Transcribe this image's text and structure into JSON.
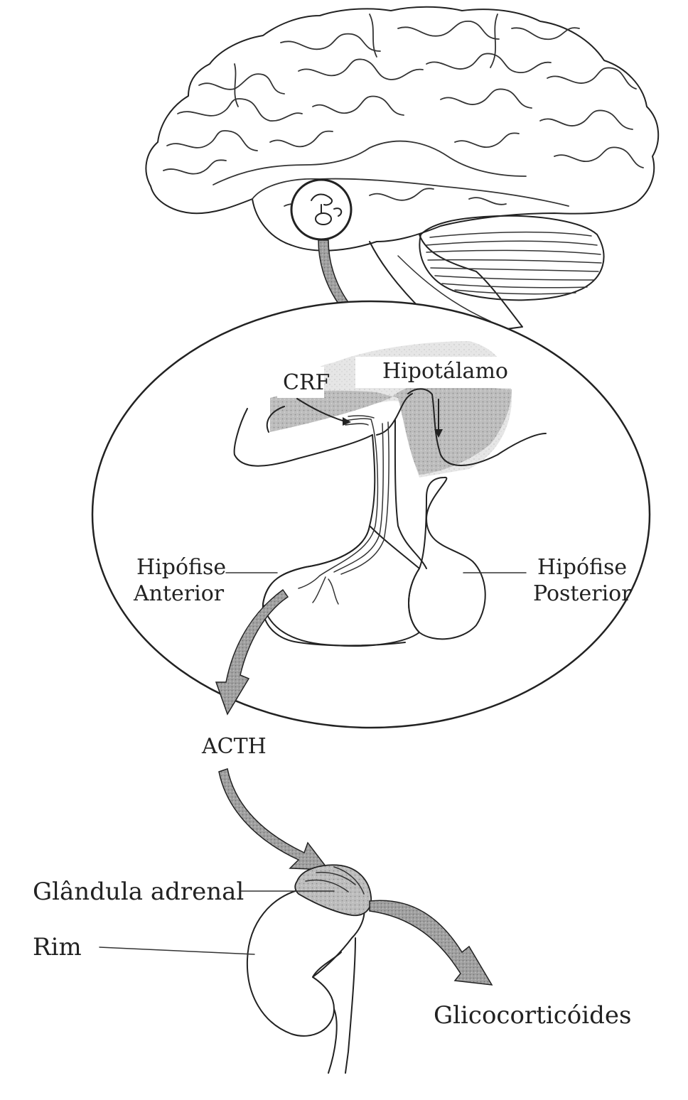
{
  "labels": {
    "crf": "CRF",
    "hypothalamus": "Hipotálamo",
    "anterior_pituitary_line1": "Hipófise",
    "anterior_pituitary_line2": "Anterior",
    "posterior_pituitary_line1": "Hipófise",
    "posterior_pituitary_line2": "Posterior",
    "acth": "ACTH",
    "adrenal_gland": "Glândula adrenal",
    "kidney": "Rim",
    "glucocorticoids": "Glicocorticóides"
  },
  "colors": {
    "ink": "#222222",
    "shade": "#b4b4b4",
    "arrow_fill": "#9a9a9a",
    "background": "#ffffff"
  }
}
